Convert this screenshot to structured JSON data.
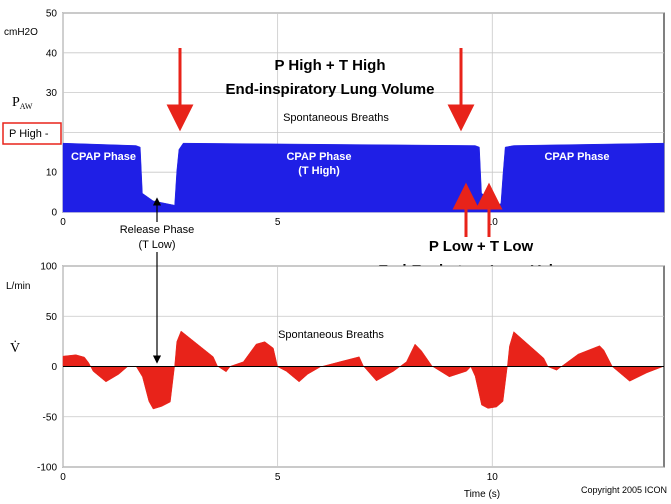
{
  "chart_data": [
    {
      "type": "area",
      "ylabel": "PAW",
      "ylabel_main": "P",
      "ylabel_sub": "AW",
      "unit": "cmH2O",
      "xlim": [
        0,
        14
      ],
      "ylim": [
        0,
        50
      ],
      "x_ticks": [
        0,
        5,
        10
      ],
      "y_ticks": [
        0,
        10,
        20,
        30,
        40,
        50
      ],
      "grid": true,
      "fill_color": "#1f1fe6",
      "p_high_level": 17,
      "series": [
        {
          "x": [
            0,
            1.7,
            1.8,
            1.85,
            2.1,
            2.6,
            2.65,
            2.7,
            2.8,
            9.6,
            9.7,
            9.75,
            10.0,
            10.1,
            10.2,
            10.25,
            10.3,
            10.5,
            14
          ],
          "y": [
            17,
            17,
            16,
            5,
            2.5,
            2,
            10,
            16,
            17,
            17,
            16,
            5,
            2.5,
            2,
            1.8,
            10,
            16,
            17,
            17
          ]
        }
      ],
      "annotations": {
        "p_high_box": "P High -",
        "title_line1": "P High + T High",
        "title_line2": "End-inspiratory Lung Volume",
        "spontaneous": "Spontaneous Breaths",
        "cpap1": "CPAP Phase",
        "cpap2_line1": "CPAP Phase",
        "cpap2_line2": "(T High)",
        "cpap3": "CPAP Phase",
        "release_line1": "Release Phase",
        "release_line2": "(T Low)",
        "low_line1": "P Low + T Low",
        "low_line2": "End-Expiratory Lung Volume"
      },
      "annotation_color": "#e8231a"
    },
    {
      "type": "area",
      "ylabel": "V̇",
      "unit": "L/min",
      "xlabel": "Time (s)",
      "xlim": [
        0,
        14
      ],
      "ylim": [
        -100,
        100
      ],
      "x_ticks": [
        0,
        5,
        10
      ],
      "y_ticks": [
        -100,
        -50,
        0,
        50,
        100
      ],
      "grid": true,
      "fill_color": "#e8231a",
      "series": [
        {
          "x": [
            0,
            0.3,
            0.5,
            0.6,
            0.7,
            1.0,
            1.3,
            1.5,
            1.7,
            1.85,
            2.0,
            2.1,
            2.3,
            2.5,
            2.6,
            2.65,
            2.75,
            3.5,
            3.6,
            3.8,
            3.9,
            4.2,
            4.5,
            4.7,
            4.9,
            5.0,
            5.2,
            5.5,
            5.7,
            6.0,
            6.5,
            6.9,
            7.0,
            7.3,
            7.7,
            8.0,
            8.2,
            8.35,
            8.6,
            9.0,
            9.4,
            9.5,
            9.6,
            9.75,
            9.9,
            10.1,
            10.25,
            10.35,
            10.4,
            10.5,
            11.2,
            11.3,
            11.5,
            11.6,
            12.0,
            12.5,
            12.6,
            12.8,
            13.2,
            13.6,
            14
          ],
          "y": [
            10,
            12,
            9,
            4,
            -5,
            -15,
            -8,
            0,
            0,
            -10,
            -35,
            -42,
            -40,
            -35,
            0,
            25,
            35,
            10,
            0,
            -5,
            0,
            5,
            22,
            25,
            18,
            0,
            -5,
            -15,
            -8,
            0,
            5,
            10,
            0,
            -14,
            -5,
            5,
            22,
            16,
            0,
            -10,
            -5,
            0,
            -10,
            -38,
            -42,
            -40,
            -35,
            0,
            20,
            35,
            8,
            0,
            -4,
            0,
            12,
            21,
            16,
            0,
            -15,
            -6,
            0
          ]
        }
      ],
      "annotations": {
        "spontaneous": "Spontaneous Breaths",
        "copyright": "Copyright 2005 ICON"
      }
    }
  ]
}
